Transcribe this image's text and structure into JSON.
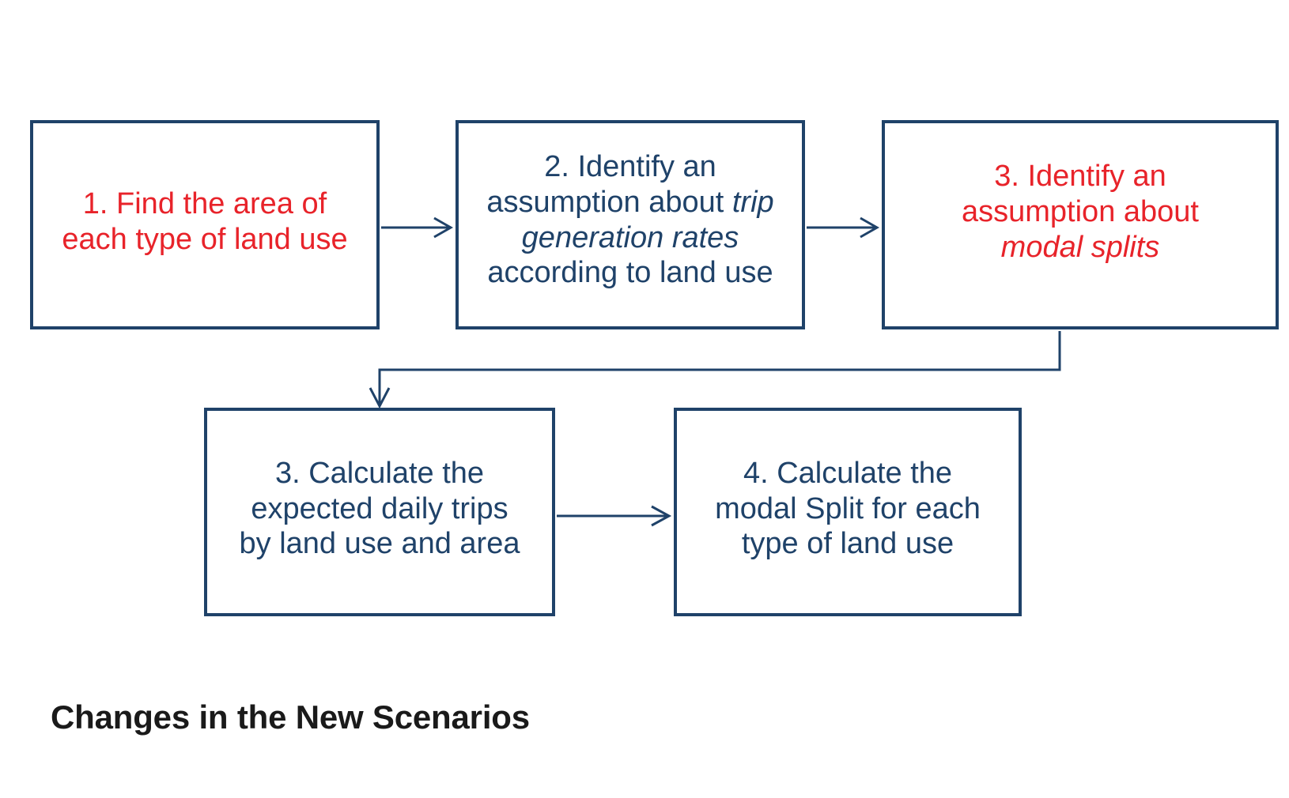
{
  "diagram": {
    "title_caption": "Changes in the New Scenarios",
    "colors": {
      "box_border": "#1F4269",
      "navy_text": "#1F4269",
      "red_text": "#E8232A",
      "connector": "#1F4269",
      "caption_text": "#1A1A1A",
      "background": "#FFFFFF"
    },
    "nodes": [
      {
        "id": "node-1",
        "color": "red",
        "lines": [
          "1. Find the area of",
          "each type of land use"
        ],
        "plain_text": "1. Find the area of each type of land use"
      },
      {
        "id": "node-2",
        "color": "navy",
        "line1": "2. Identify an",
        "line2_a": "assumption about ",
        "line2_em": "trip",
        "line3_em": "generation rates",
        "line4": "according to land use",
        "plain_text": "2. Identify an assumption about trip generation rates according to land use"
      },
      {
        "id": "node-3",
        "color": "red",
        "line1": "3. Identify an",
        "line2": "assumption about",
        "line3_em": "modal splits",
        "plain_text": "3. Identify an assumption about modal splits"
      },
      {
        "id": "node-4",
        "color": "navy",
        "lines": [
          "3. Calculate the",
          "expected daily trips",
          "by land use and area"
        ],
        "plain_text": "3. Calculate the expected daily trips by land use and area"
      },
      {
        "id": "node-5",
        "color": "navy",
        "lines": [
          "4. Calculate the",
          "modal Split for each",
          "type of land use"
        ],
        "plain_text": "4. Calculate the modal Split for each type of land use"
      }
    ],
    "connectors": [
      {
        "id": "arrow-1-to-2",
        "from": "node-1",
        "to": "node-2",
        "style": "straight-horizontal"
      },
      {
        "id": "arrow-2-to-3",
        "from": "node-2",
        "to": "node-3",
        "style": "straight-horizontal"
      },
      {
        "id": "arrow-3-to-4",
        "from": "node-3",
        "to": "node-4",
        "style": "elbow-down-left-down"
      },
      {
        "id": "arrow-4-to-5",
        "from": "node-4",
        "to": "node-5",
        "style": "straight-horizontal"
      }
    ]
  }
}
